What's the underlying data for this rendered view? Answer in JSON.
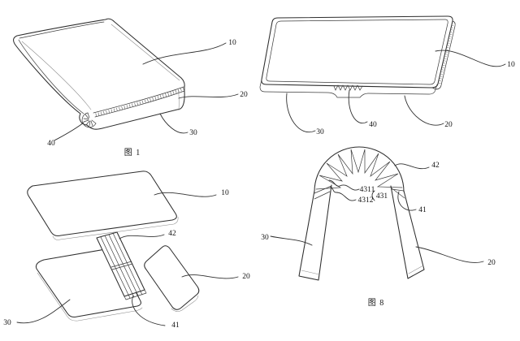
{
  "page": {
    "background": "#ffffff",
    "ink_color": "#2e2e2e",
    "label_color": "#141414"
  },
  "figures": {
    "fig1": {
      "caption": "图 1",
      "labels": {
        "r10": "10",
        "r20": "20",
        "r30": "30",
        "r40": "40"
      }
    },
    "fig2": {
      "labels": {
        "r10": "10",
        "r20": "20",
        "r30": "30",
        "r40": "40"
      }
    },
    "fig3": {
      "labels": {
        "r10": "10",
        "r20": "20",
        "r30": "30",
        "r41": "41",
        "r42": "42"
      }
    },
    "fig8": {
      "caption": "图 8",
      "labels": {
        "r20": "20",
        "r30": "30",
        "r41": "41",
        "r42": "42",
        "r431": "431",
        "r4311": "4311",
        "r4312": "4312"
      }
    }
  }
}
